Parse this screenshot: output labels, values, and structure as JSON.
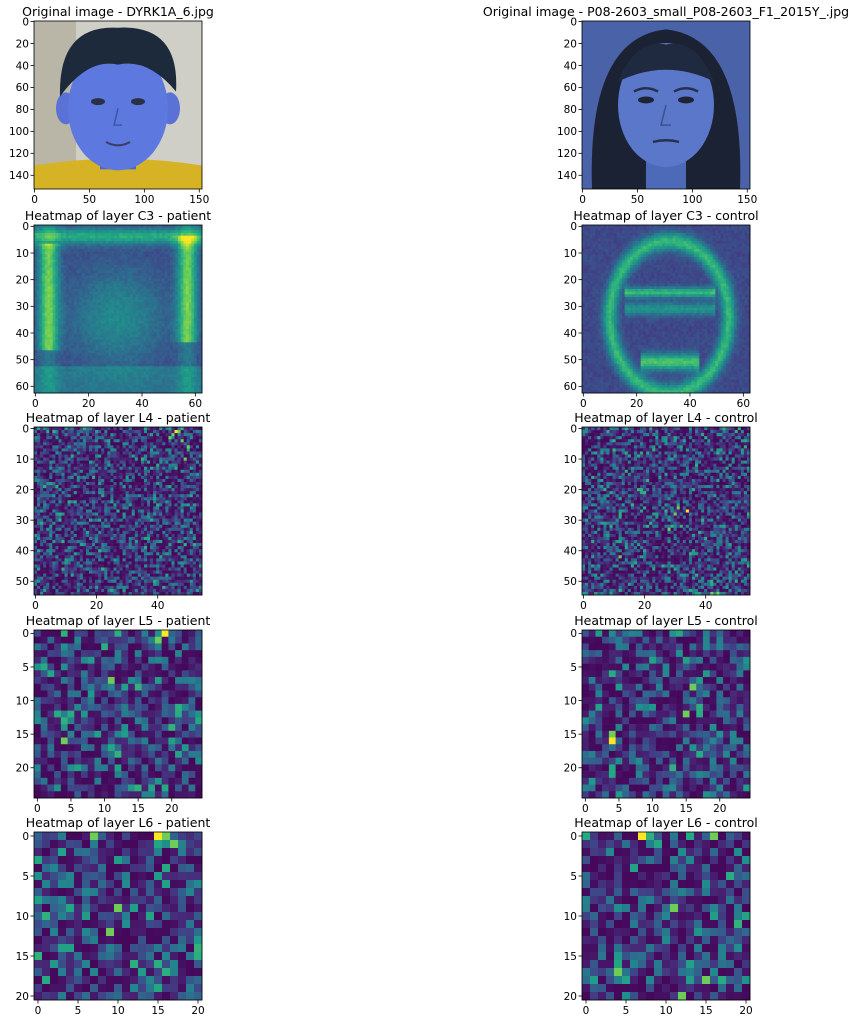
{
  "figure": {
    "panels": [
      {
        "id": "orig-patient",
        "type": "image",
        "title": "Original image - DYRK1A_6.jpg",
        "xticks": [
          0,
          50,
          100,
          150
        ],
        "yticks": [
          0,
          20,
          40,
          60,
          80,
          100,
          120,
          140
        ],
        "size": 153,
        "subject": "patient"
      },
      {
        "id": "orig-control",
        "type": "image",
        "title": "Original image - P08-2603_small_P08-2603_F1_2015Y_.jpg",
        "xticks": [
          0,
          50,
          100,
          150
        ],
        "yticks": [
          0,
          20,
          40,
          60,
          80,
          100,
          120,
          140
        ],
        "size": 153,
        "subject": "control"
      },
      {
        "id": "c3-patient",
        "type": "heatmap",
        "title": "Heatmap of layer C3 - patient",
        "xticks": [
          0,
          20,
          40,
          60
        ],
        "yticks": [
          0,
          10,
          20,
          30,
          40,
          50,
          60
        ],
        "size": 63,
        "layer": "C3"
      },
      {
        "id": "c3-control",
        "type": "heatmap",
        "title": "Heatmap of layer C3 - control",
        "xticks": [
          0,
          20,
          40,
          60
        ],
        "yticks": [
          0,
          10,
          20,
          30,
          40,
          50,
          60
        ],
        "size": 63,
        "layer": "C3"
      },
      {
        "id": "l4-patient",
        "type": "heatmap",
        "title": "Heatmap of layer L4 - patient",
        "xticks": [
          0,
          20,
          40
        ],
        "yticks": [
          0,
          10,
          20,
          30,
          40,
          50
        ],
        "size": 55,
        "layer": "L4",
        "hot": [
          [
            1,
            46
          ],
          [
            1,
            47
          ],
          [
            2,
            45
          ],
          [
            3,
            44
          ],
          [
            10,
            49
          ],
          [
            4,
            48
          ],
          [
            6,
            50
          ]
        ]
      },
      {
        "id": "l4-control",
        "type": "heatmap",
        "title": "Heatmap of layer L4 - control",
        "xticks": [
          0,
          20,
          40
        ],
        "yticks": [
          0,
          10,
          20,
          30,
          40,
          50
        ],
        "size": 55,
        "layer": "L4",
        "hot": [
          [
            27,
            34
          ],
          [
            28,
            30
          ],
          [
            26,
            31
          ],
          [
            54,
            42
          ],
          [
            54,
            44
          ],
          [
            33,
            28
          ],
          [
            42,
            12
          ]
        ]
      },
      {
        "id": "l5-patient",
        "type": "heatmap",
        "title": "Heatmap of layer L5 - patient",
        "xticks": [
          0,
          5,
          10,
          15,
          20
        ],
        "yticks": [
          0,
          5,
          10,
          15,
          20
        ],
        "size": 25,
        "layer": "L5",
        "hot": [
          [
            0,
            19
          ],
          [
            7,
            11
          ],
          [
            16,
            4
          ],
          [
            1,
            18
          ]
        ]
      },
      {
        "id": "l5-control",
        "type": "heatmap",
        "title": "Heatmap of layer L5 - control",
        "xticks": [
          0,
          5,
          10,
          15,
          20
        ],
        "yticks": [
          0,
          5,
          10,
          15,
          20
        ],
        "size": 25,
        "layer": "L5",
        "hot": [
          [
            16,
            4
          ],
          [
            12,
            15
          ],
          [
            15,
            4
          ],
          [
            8,
            16
          ]
        ]
      },
      {
        "id": "l6-patient",
        "type": "heatmap",
        "title": "Heatmap of layer L6 - patient",
        "xticks": [
          0,
          5,
          10,
          15,
          20
        ],
        "yticks": [
          0,
          5,
          10,
          15,
          20
        ],
        "size": 21,
        "layer": "L6",
        "hot": [
          [
            0,
            15
          ],
          [
            0,
            16
          ],
          [
            0,
            7
          ],
          [
            1,
            17
          ],
          [
            9,
            10
          ],
          [
            12,
            9
          ]
        ]
      },
      {
        "id": "l6-control",
        "type": "heatmap",
        "title": "Heatmap of layer L6 - control",
        "xticks": [
          0,
          5,
          10,
          15,
          20
        ],
        "yticks": [
          0,
          5,
          10,
          15,
          20
        ],
        "size": 21,
        "layer": "L6",
        "hot": [
          [
            0,
            7
          ],
          [
            0,
            16
          ],
          [
            18,
            15
          ],
          [
            20,
            12
          ],
          [
            9,
            11
          ],
          [
            17,
            4
          ]
        ]
      }
    ]
  },
  "chart_data": [
    {
      "type": "heatmap",
      "title": "Heatmap of layer C3 - patient",
      "xlim": [
        0,
        62
      ],
      "ylim": [
        0,
        62
      ],
      "colormap": "viridis"
    },
    {
      "type": "heatmap",
      "title": "Heatmap of layer C3 - control",
      "xlim": [
        0,
        62
      ],
      "ylim": [
        0,
        62
      ],
      "colormap": "viridis"
    },
    {
      "type": "heatmap",
      "title": "Heatmap of layer L4 - patient",
      "xlim": [
        0,
        54
      ],
      "ylim": [
        0,
        54
      ],
      "colormap": "viridis"
    },
    {
      "type": "heatmap",
      "title": "Heatmap of layer L4 - control",
      "xlim": [
        0,
        54
      ],
      "ylim": [
        0,
        54
      ],
      "colormap": "viridis"
    },
    {
      "type": "heatmap",
      "title": "Heatmap of layer L5 - patient",
      "xlim": [
        0,
        24
      ],
      "ylim": [
        0,
        24
      ],
      "colormap": "viridis"
    },
    {
      "type": "heatmap",
      "title": "Heatmap of layer L5 - control",
      "xlim": [
        0,
        24
      ],
      "ylim": [
        0,
        24
      ],
      "colormap": "viridis"
    },
    {
      "type": "heatmap",
      "title": "Heatmap of layer L6 - patient",
      "xlim": [
        0,
        20
      ],
      "ylim": [
        0,
        20
      ],
      "colormap": "viridis"
    },
    {
      "type": "heatmap",
      "title": "Heatmap of layer L6 - control",
      "xlim": [
        0,
        20
      ],
      "ylim": [
        0,
        20
      ],
      "colormap": "viridis"
    }
  ]
}
